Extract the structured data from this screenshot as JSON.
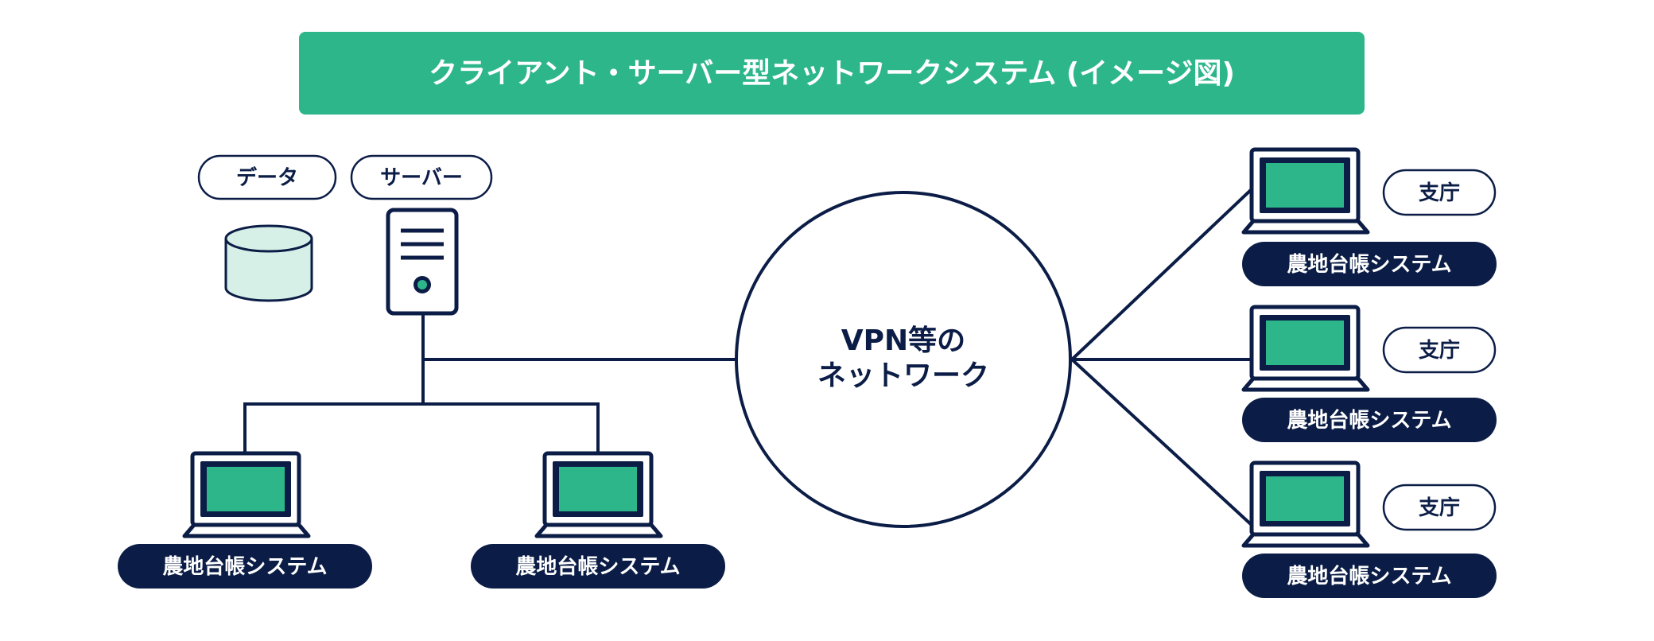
{
  "title": "クライアント・サーバー型ネットワークシステム (イメージ図)",
  "labels": {
    "data": "データ",
    "server": "サーバー",
    "network_line1": "VPN等の",
    "network_line2": "ネットワーク"
  },
  "clients": [
    {
      "system_label": "農地台帳システム"
    },
    {
      "system_label": "農地台帳システム"
    }
  ],
  "branches": [
    {
      "tag": "支庁",
      "system_label": "農地台帳システム"
    },
    {
      "tag": "支庁",
      "system_label": "農地台帳システム"
    },
    {
      "tag": "支庁",
      "system_label": "農地台帳システム"
    }
  ],
  "colors": {
    "navy": "#0b1d46",
    "green": "#2db68a",
    "db_fill": "#d6efe7",
    "white": "#ffffff"
  }
}
